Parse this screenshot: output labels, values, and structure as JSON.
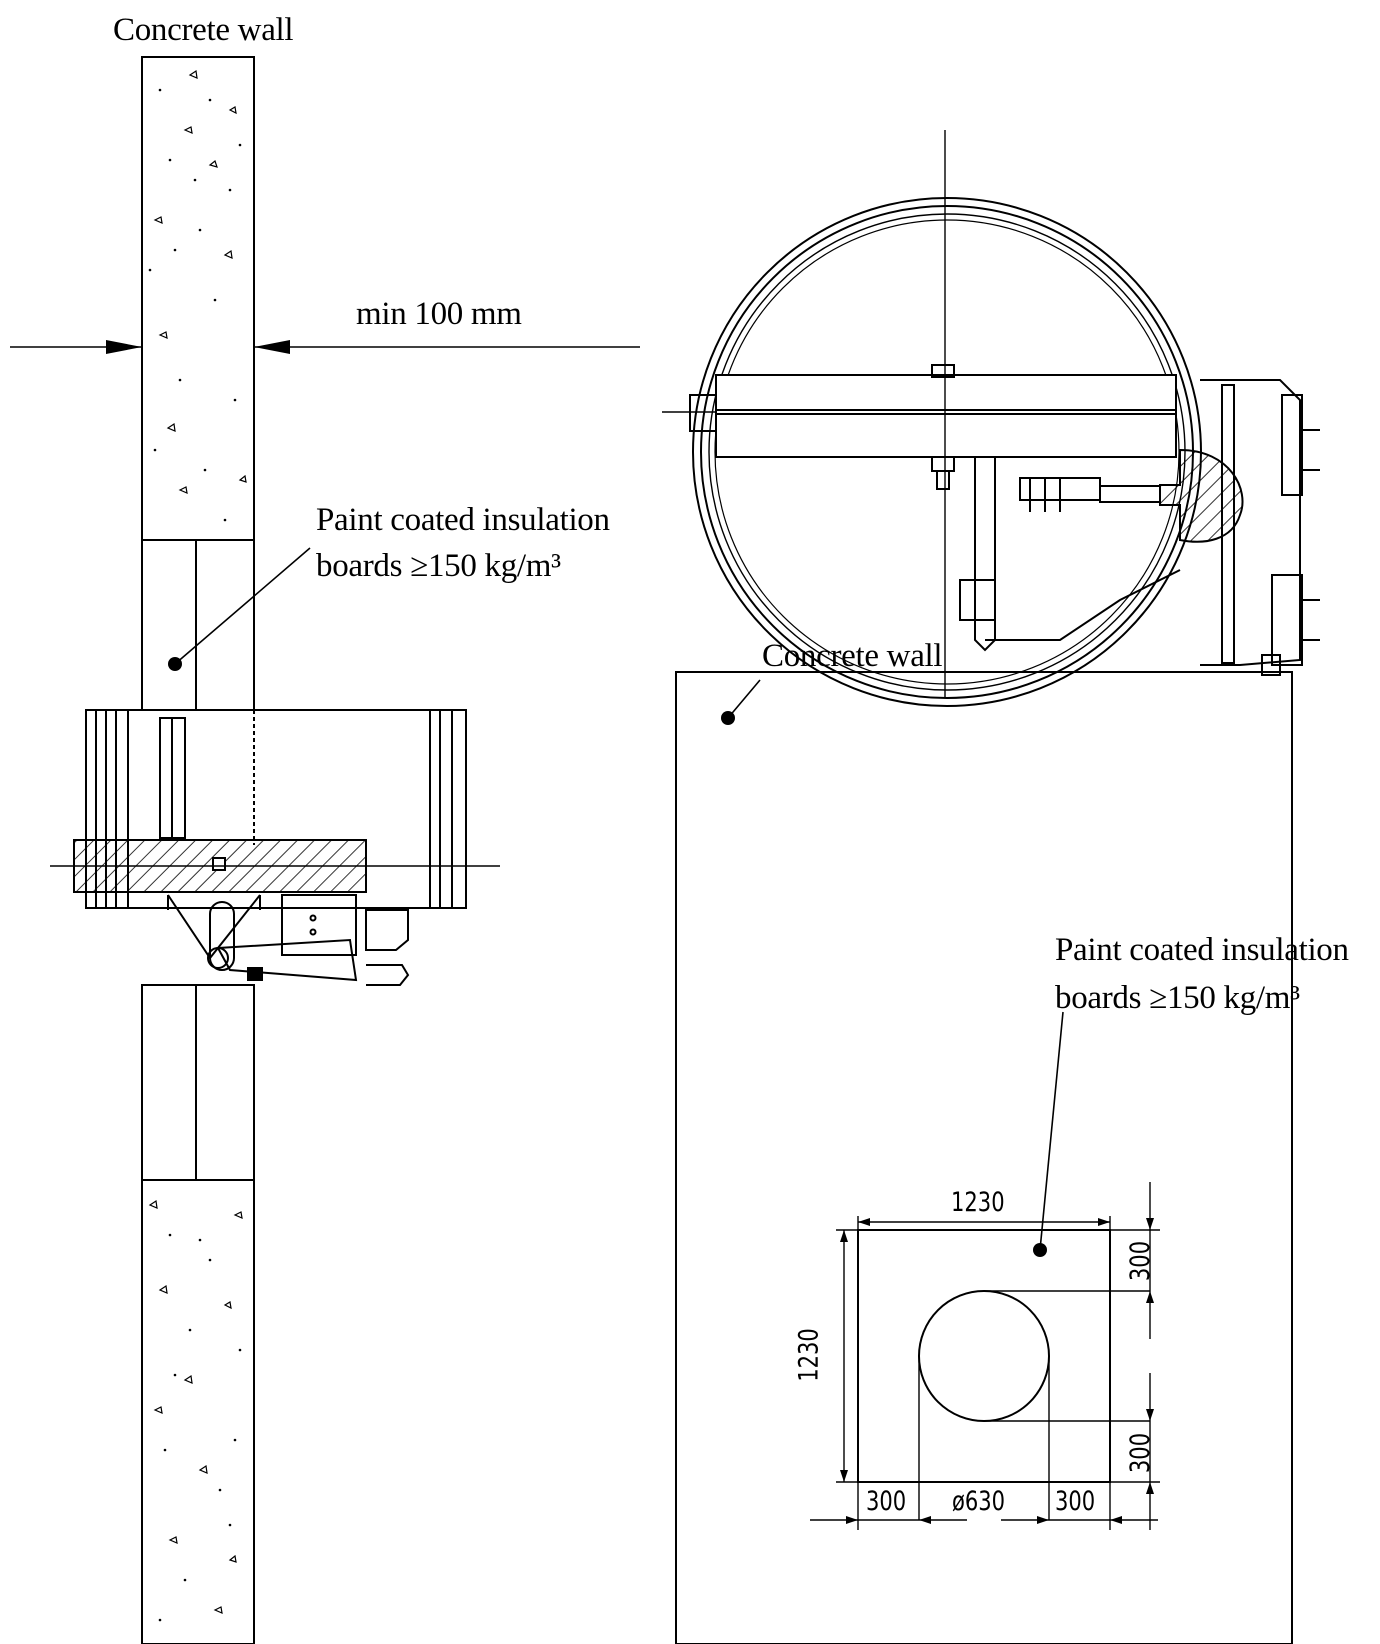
{
  "labels": {
    "concrete_wall_top": "Concrete wall",
    "min_clearance": "min 100 mm",
    "insulation_line1": "Paint coated insulation",
    "insulation_line2": "boards  ≥150 kg/m³",
    "concrete_wall_front": "Concrete wall",
    "insulation_front_line1": "Paint coated insulation",
    "insulation_front_line2": "boards  ≥150 kg/m³"
  },
  "dimensions": {
    "board_width": "1230",
    "board_height": "1230",
    "margin_top": "300",
    "margin_bottom": "300",
    "margin_left": "300",
    "duct_diameter": "ø630",
    "margin_right": "300"
  }
}
